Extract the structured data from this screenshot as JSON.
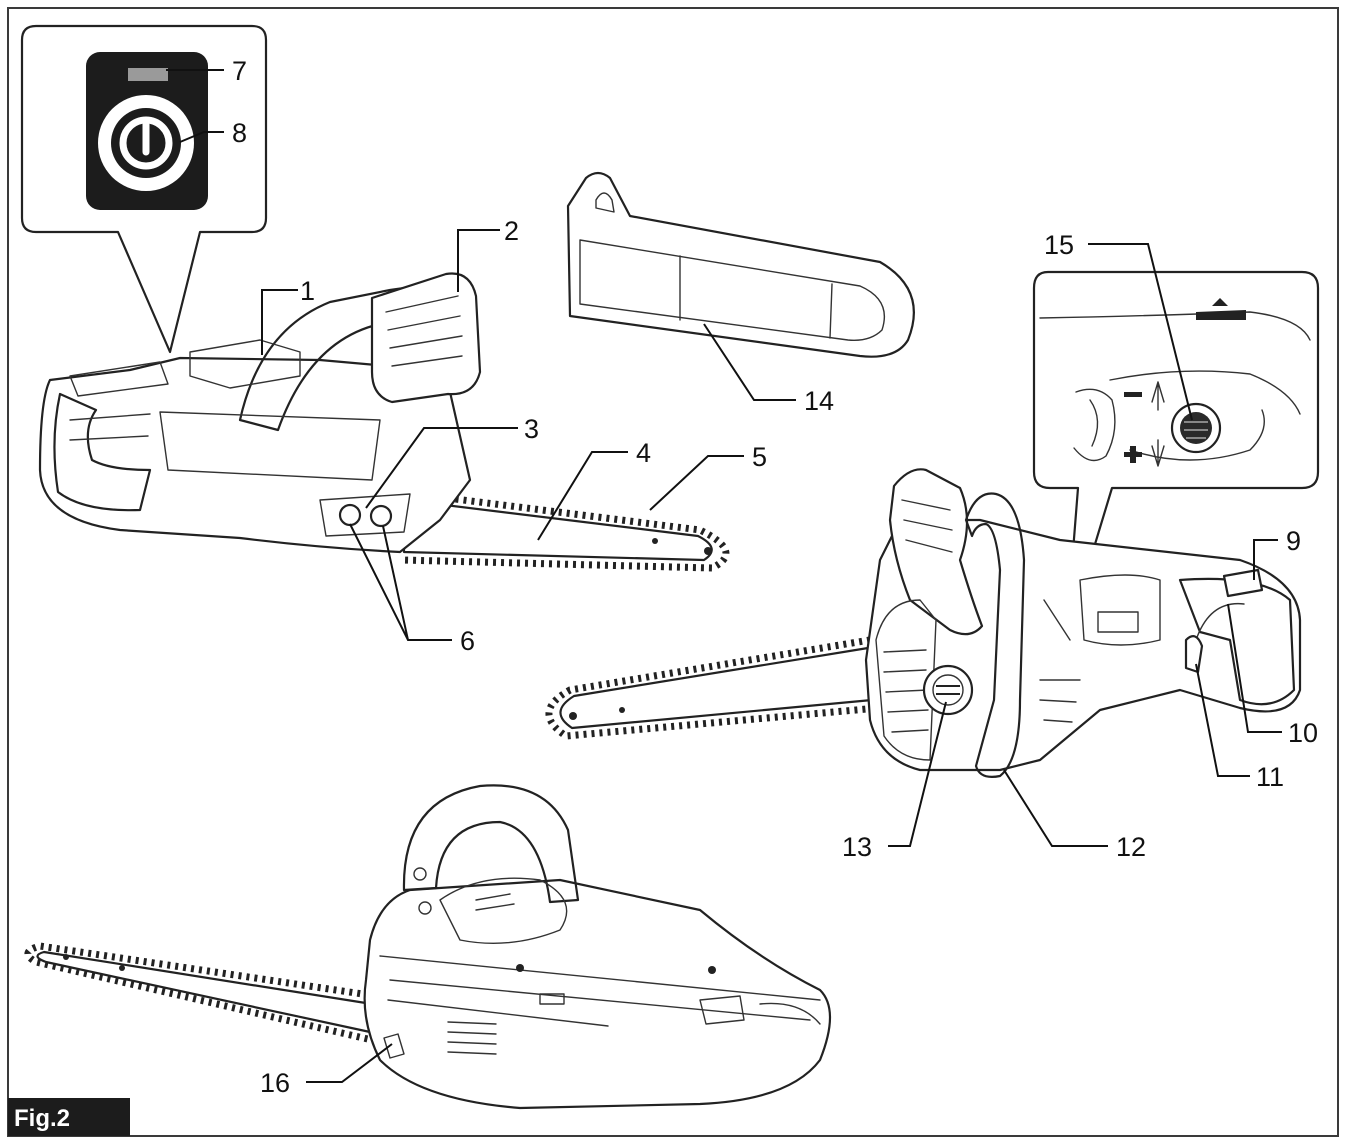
{
  "figure": {
    "label": "Fig.2",
    "callouts": [
      "1",
      "2",
      "3",
      "4",
      "5",
      "6",
      "7",
      "8",
      "9",
      "10",
      "11",
      "12",
      "13",
      "14",
      "15",
      "16"
    ]
  },
  "icons": {
    "power_button": "power-symbol-icon",
    "chain_tension": "minus-plus-adjust-icon"
  },
  "colors": {
    "ink": "#111111",
    "panel": "#1c1c1c",
    "indicator": "#9a9a9a",
    "background": "#ffffff"
  }
}
